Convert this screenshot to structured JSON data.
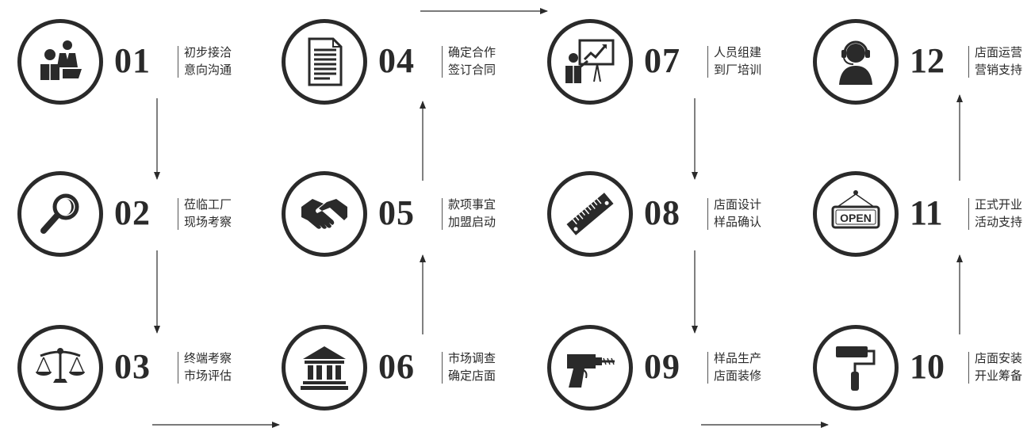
{
  "colors": {
    "ink": "#2a2a2a",
    "background": "#ffffff"
  },
  "steps": [
    {
      "num": "01",
      "line1": "初步接洽",
      "line2": "意向沟通",
      "icon": "business-meeting-icon"
    },
    {
      "num": "02",
      "line1": "莅临工厂",
      "line2": "现场考察",
      "icon": "magnifier-icon"
    },
    {
      "num": "03",
      "line1": "终端考察",
      "line2": "市场评估",
      "icon": "balance-scale-icon"
    },
    {
      "num": "04",
      "line1": "确定合作",
      "line2": "签订合同",
      "icon": "contract-document-icon"
    },
    {
      "num": "05",
      "line1": "款项事宜",
      "line2": "加盟启动",
      "icon": "handshake-icon"
    },
    {
      "num": "06",
      "line1": "市场调查",
      "line2": "确定店面",
      "icon": "bank-building-icon"
    },
    {
      "num": "07",
      "line1": "人员组建",
      "line2": "到厂培训",
      "icon": "presentation-board-icon"
    },
    {
      "num": "08",
      "line1": "店面设计",
      "line2": "样品确认",
      "icon": "ruler-icon"
    },
    {
      "num": "09",
      "line1": "样品生产",
      "line2": "店面装修",
      "icon": "power-drill-icon"
    },
    {
      "num": "10",
      "line1": "店面安装",
      "line2": "开业筹备",
      "icon": "paint-roller-icon"
    },
    {
      "num": "11",
      "line1": "正式开业",
      "line2": "活动支持",
      "icon": "open-sign-icon"
    },
    {
      "num": "12",
      "line1": "店面运营",
      "line2": "营销支持",
      "icon": "headset-operator-icon"
    }
  ],
  "open_sign_text": "OPEN"
}
